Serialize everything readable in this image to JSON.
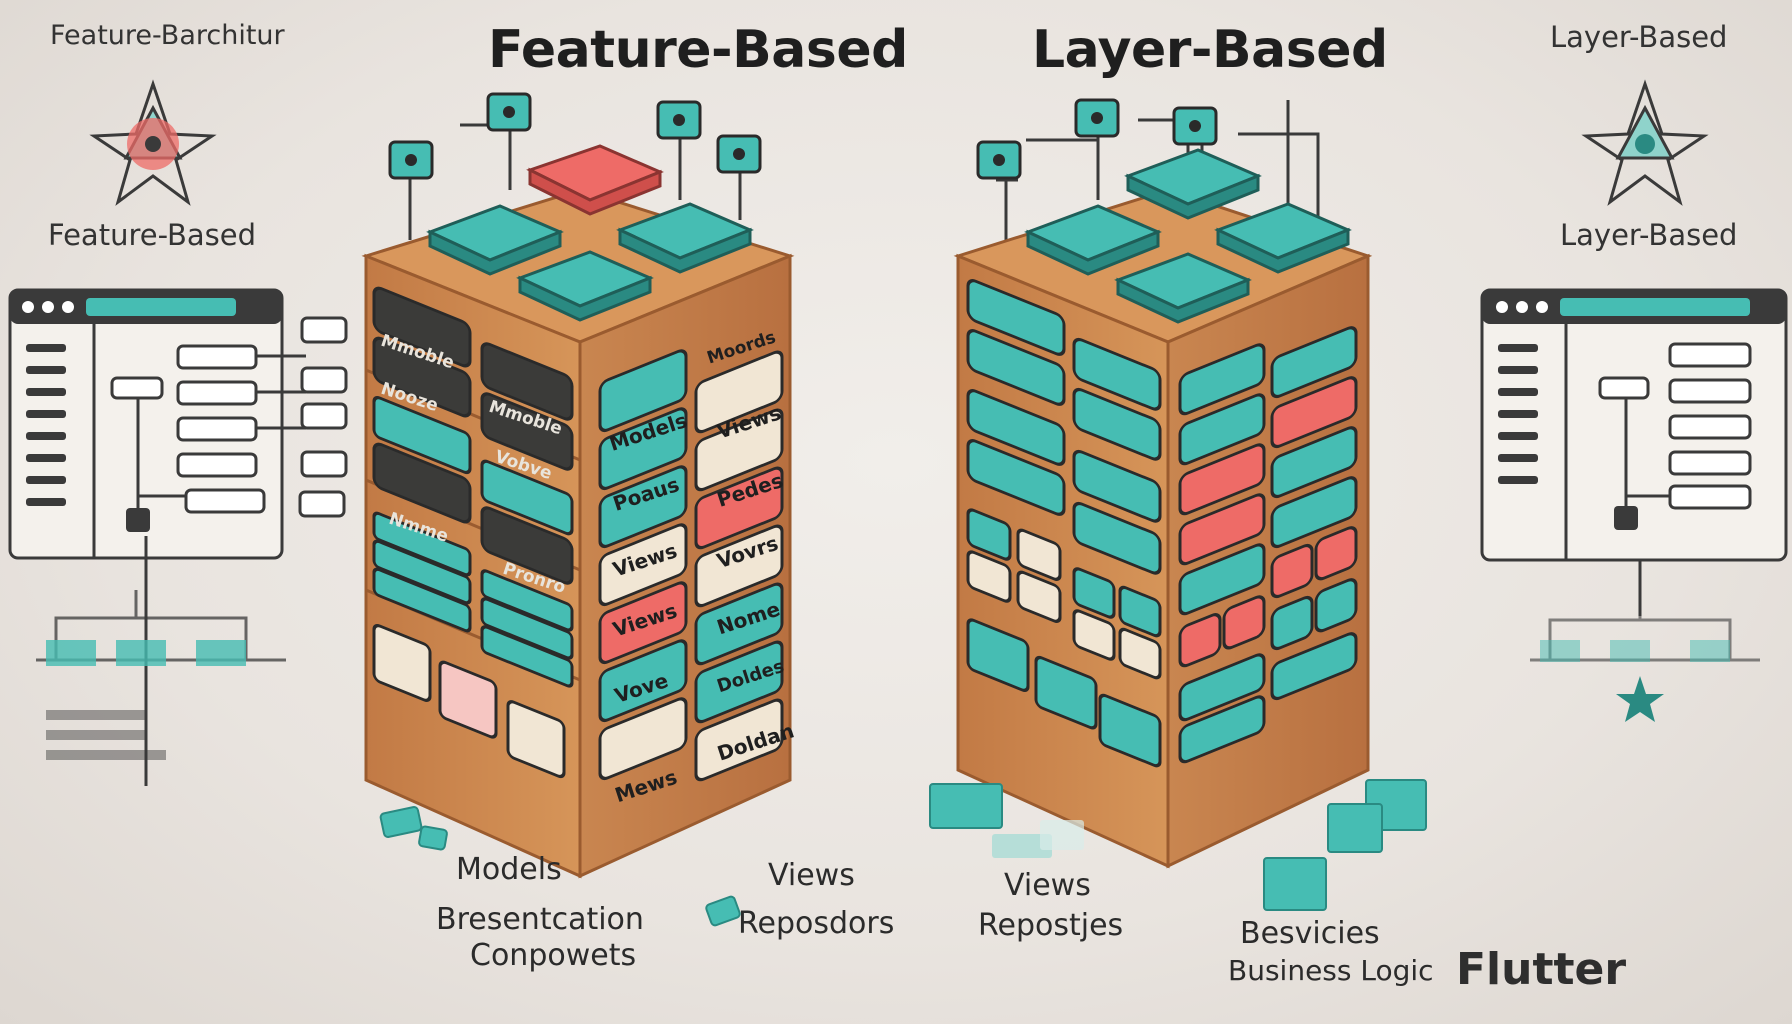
{
  "colors": {
    "teal": "#46bdb3",
    "teal_dark": "#2a8a82",
    "coral": "#ee6b67",
    "wood": "#cf8a52",
    "wood_dark": "#9a5b2f",
    "dark_card": "#3b3b39",
    "cream": "#f1e6d4",
    "line": "#3a3a3a"
  },
  "headers": {
    "feature": "Feature-Based",
    "layer": "Layer-Based"
  },
  "left_panel": {
    "top_label": "Feature-Barchitur",
    "icon": "atom-star-icon",
    "sub_label": "Feature-Based"
  },
  "right_panel": {
    "top_label": "Layer-Based",
    "icon": "atom-star-icon",
    "sub_label": "Layer-Based"
  },
  "feature_stack": {
    "left_face_labels": [
      "Mmoble",
      "Nooze",
      "Mmoble",
      "Vobve",
      "Nmme",
      "Pronro"
    ],
    "right_face_labels": [
      "Models",
      "Moords",
      "Poaus",
      "Views",
      "Views",
      "Pedes",
      "Views",
      "Vovrs",
      "Vove",
      "Nome",
      "Mews",
      "Doldes",
      "Doldan"
    ]
  },
  "captions": {
    "models": "Models",
    "presentation": "Bresentcation",
    "components": "Conpowets",
    "views_left": "Views",
    "repositories_left": "Reposdors",
    "views_right": "Views",
    "repositories_right": "Repostjes",
    "services": "Besvicies",
    "business_logic": "Business Logic",
    "flutter": "Flutter"
  }
}
